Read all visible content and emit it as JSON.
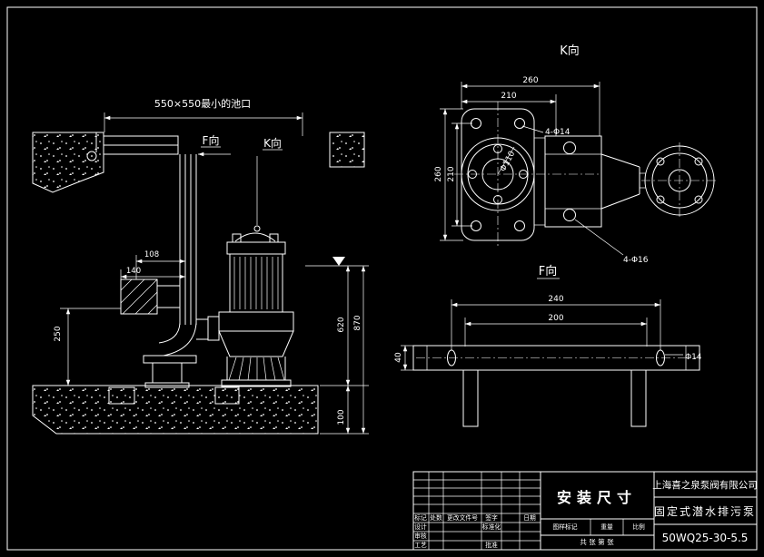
{
  "drawing": {
    "background": "#000000",
    "line_color": "#ffffff"
  },
  "main_view": {
    "pool_opening_label": "550×550最小的池口",
    "view_f_label": "F向",
    "view_k_label": "K向",
    "dims": {
      "bracket_offset": "108",
      "claw_width": "140",
      "base_height": "250",
      "pump_depth": "620",
      "total_depth": "870",
      "floor_thickness": "100"
    }
  },
  "k_view": {
    "title": "K向",
    "dims": {
      "plate_width": "260",
      "bolt_spacing_h": "210",
      "plate_height": "260",
      "bolt_spacing_v": "210",
      "plate_holes": "4-Φ14",
      "flange_diameter": "Φ110",
      "body_holes": "4-Φ16"
    }
  },
  "f_view": {
    "title": "F向",
    "dims": {
      "overall_width": "240",
      "leg_spacing": "200",
      "bar_height": "40",
      "hole_diameter": "Φ14"
    }
  },
  "title_block": {
    "drawing_title": "安装尺寸",
    "company": "上海喜之泉泵阀有限公司",
    "product_name": "固定式潜水排污泵",
    "model": "50WQ25-30-5.5",
    "revision_headers": {
      "mark": "标记",
      "count": "处数",
      "change_doc": "更改文件号",
      "signature": "签字",
      "date": "日期"
    },
    "roles": {
      "design": "设计",
      "review": "审核",
      "process": "工艺",
      "standardization": "标准化",
      "approval": "批准"
    },
    "fields": {
      "drawing_mark": "图样标记",
      "weight": "重量",
      "scale": "比例",
      "sheets": "共 张 第 张"
    }
  }
}
